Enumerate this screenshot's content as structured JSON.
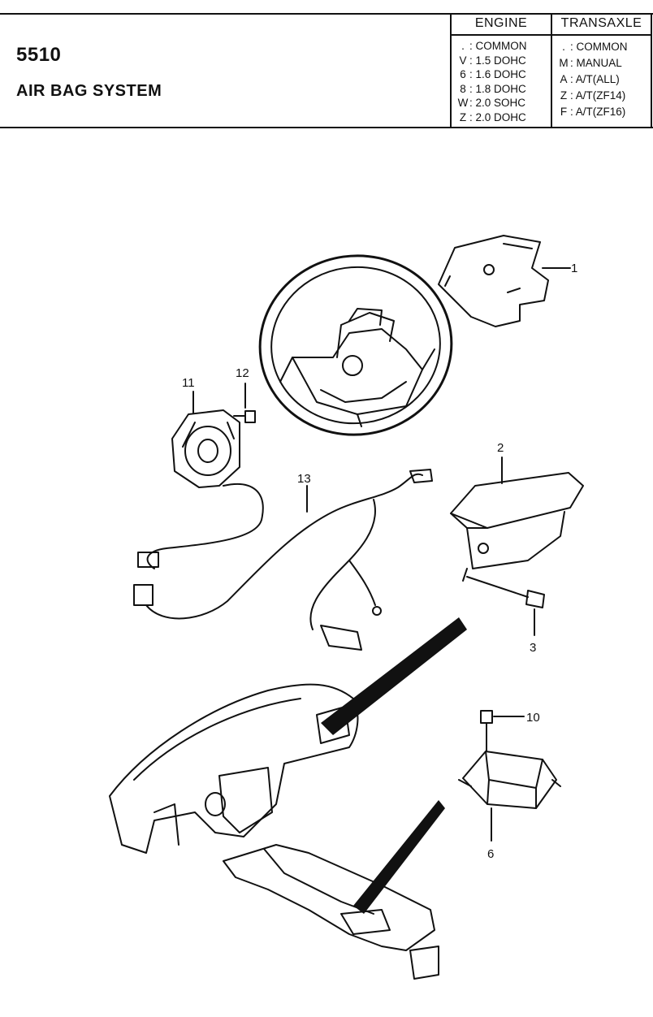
{
  "header": {
    "code": "5510",
    "title": "AIR BAG SYSTEM",
    "engine": {
      "label": "ENGINE",
      "items": [
        {
          "key": ".",
          "value": ": COMMON"
        },
        {
          "key": "V",
          "value": ": 1.5 DOHC"
        },
        {
          "key": "6",
          "value": ": 1.6 DOHC"
        },
        {
          "key": "8",
          "value": ": 1.8 DOHC"
        },
        {
          "key": "W",
          "value": ": 2.0 SOHC"
        },
        {
          "key": "Z",
          "value": ": 2.0 DOHC"
        }
      ]
    },
    "transaxle": {
      "label": "TRANSAXLE",
      "items": [
        {
          "key": ".",
          "value": ": COMMON"
        },
        {
          "key": "M",
          "value": ": MANUAL"
        },
        {
          "key": "A",
          "value": ": A/T(ALL)"
        },
        {
          "key": "Z",
          "value": ": A/T(ZF14)"
        },
        {
          "key": "F",
          "value": ": A/T(ZF16)"
        }
      ]
    }
  },
  "callouts": {
    "c1": "1",
    "c2": "2",
    "c3": "3",
    "c6": "6",
    "c10": "10",
    "c11": "11",
    "c12": "12",
    "c13": "13"
  }
}
